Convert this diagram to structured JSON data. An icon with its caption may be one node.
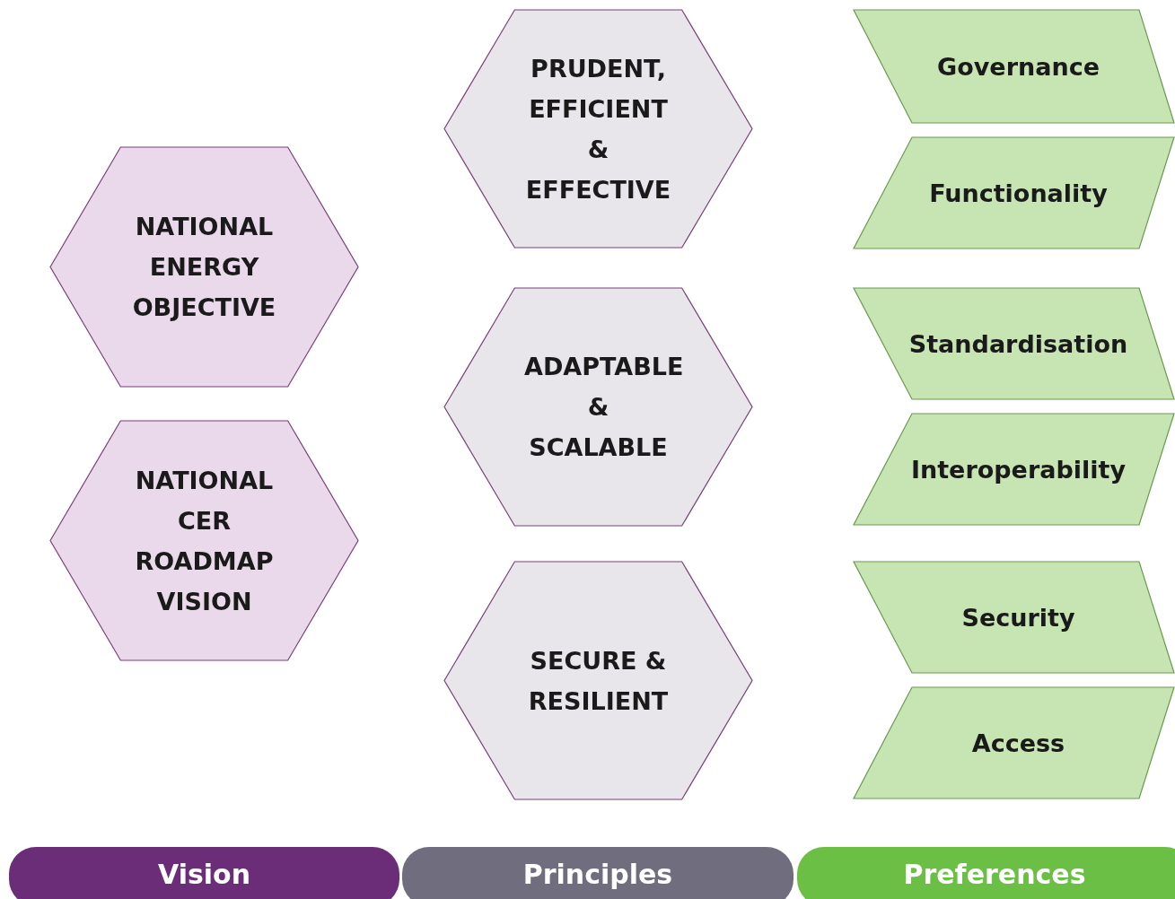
{
  "diagram": {
    "nodes": [
      {
        "text": [
          "NATIONAL ENERGY OBJECTIVE"
        ]
      },
      {
        "text": [
          "NATIONAL CER ROADMAP VISION"
        ]
      },
      {
        "text": [
          "PRUDENT, EFFICIENT & EFFECTIVE"
        ]
      },
      {
        "text": [
          "ADAPTABLE & SCALABLE"
        ]
      },
      {
        "text": [
          "SECURE & RESILIENT"
        ]
      },
      {
        "text": [
          "Governance"
        ]
      },
      {
        "text": [
          "Functionality"
        ]
      },
      {
        "text": [
          "Standardisation"
        ]
      },
      {
        "text": [
          "Interoperability"
        ]
      },
      {
        "text": [
          "Security"
        ]
      },
      {
        "text": [
          "Access"
        ]
      },
      {
        "text": [
          "Vision"
        ]
      },
      {
        "text": [
          "Principles"
        ]
      },
      {
        "text": [
          "Preferences"
        ]
      }
    ],
    "edges": []
  }
}
